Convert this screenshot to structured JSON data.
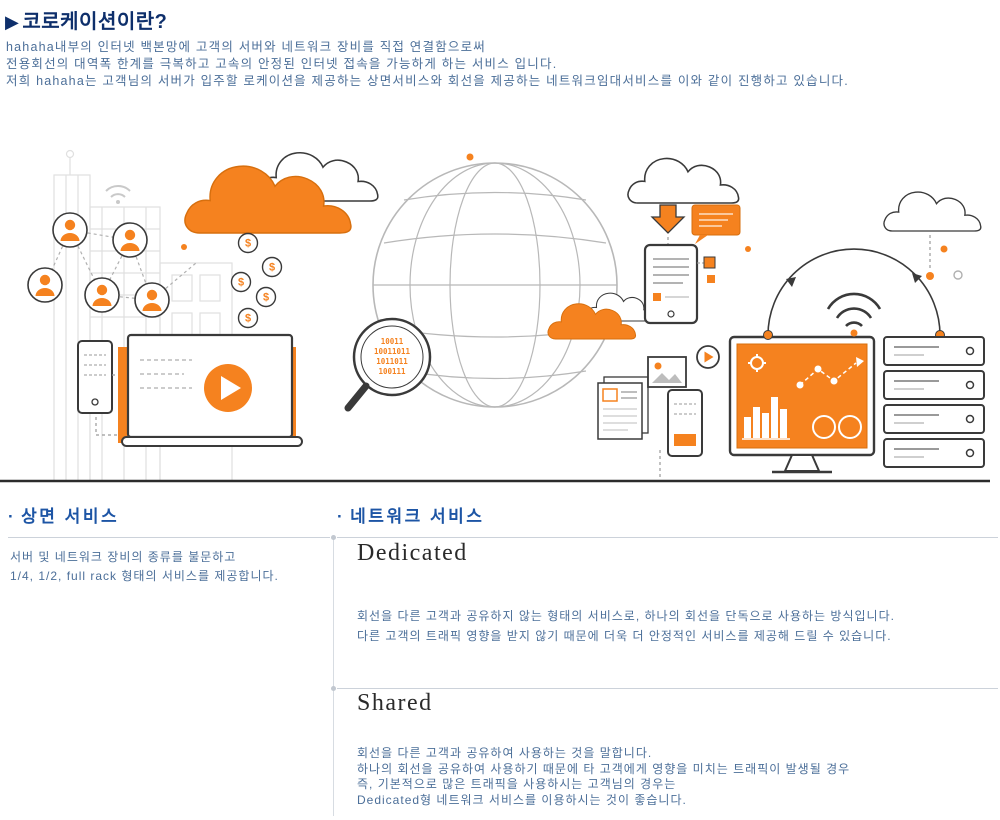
{
  "page": {
    "title_marker": "▶",
    "title": "코로케이션이란?",
    "intro_lines": [
      "hahaha내부의 인터넷 백본망에 고객의 서버와 네트워크 장비를 직접 연결함으로써",
      "전용회선의 대역폭 한계를 극복하고 고속의 안정된 인터넷 접속을 가능하게 하는 서비스 입니다.",
      "저희 hahaha는 고객님의 서버가 입주할 로케이션을 제공하는 상면서비스와 회선을 제공하는 네트워크임대서비스를 이와 같이 진행하고 있습니다."
    ]
  },
  "illustration": {
    "coin_symbol": "$",
    "binary_lines": [
      "10011",
      "10011011",
      "1011011",
      "100111"
    ]
  },
  "sections": {
    "floor": {
      "bullet": "·",
      "title": "상면 서비스",
      "lines": [
        "서버 및 네트워크 장비의 종류를 불문하고",
        "1/4, 1/2, full rack 형태의 서비스를 제공합니다."
      ]
    },
    "network": {
      "bullet": "·",
      "title": "네트워크 서비스",
      "dedicated": {
        "title": "Dedicated",
        "lines": [
          "회선을 다른 고객과 공유하지 않는 형태의 서비스로, 하나의 회선을 단독으로 사용하는 방식입니다.",
          "다른 고객의 트래픽 영향을 받지 않기 때문에 더욱 더 안정적인 서비스를 제공해 드릴 수 있습니다."
        ]
      },
      "shared": {
        "title": "Shared",
        "lines": [
          "회선을 다른 고객과 공유하여 사용하는 것을 말합니다.",
          "하나의 회선을 공유하여 사용하기 때문에 타 고객에게 영향을 미치는 트래픽이 발생될 경우",
          "즉, 기본적으로 많은 트래픽을 사용하시는 고객님의 경우는",
          "Dedicated형 네트워크 서비스를 이용하시는 것이 좋습니다."
        ]
      }
    }
  },
  "colors": {
    "accent": "#f5821f",
    "title": "#0e2f6b",
    "subheading": "#1d55a5",
    "body": "#4c6f99",
    "outline": "#3a3a3a",
    "ground": "#2b2b2b"
  }
}
